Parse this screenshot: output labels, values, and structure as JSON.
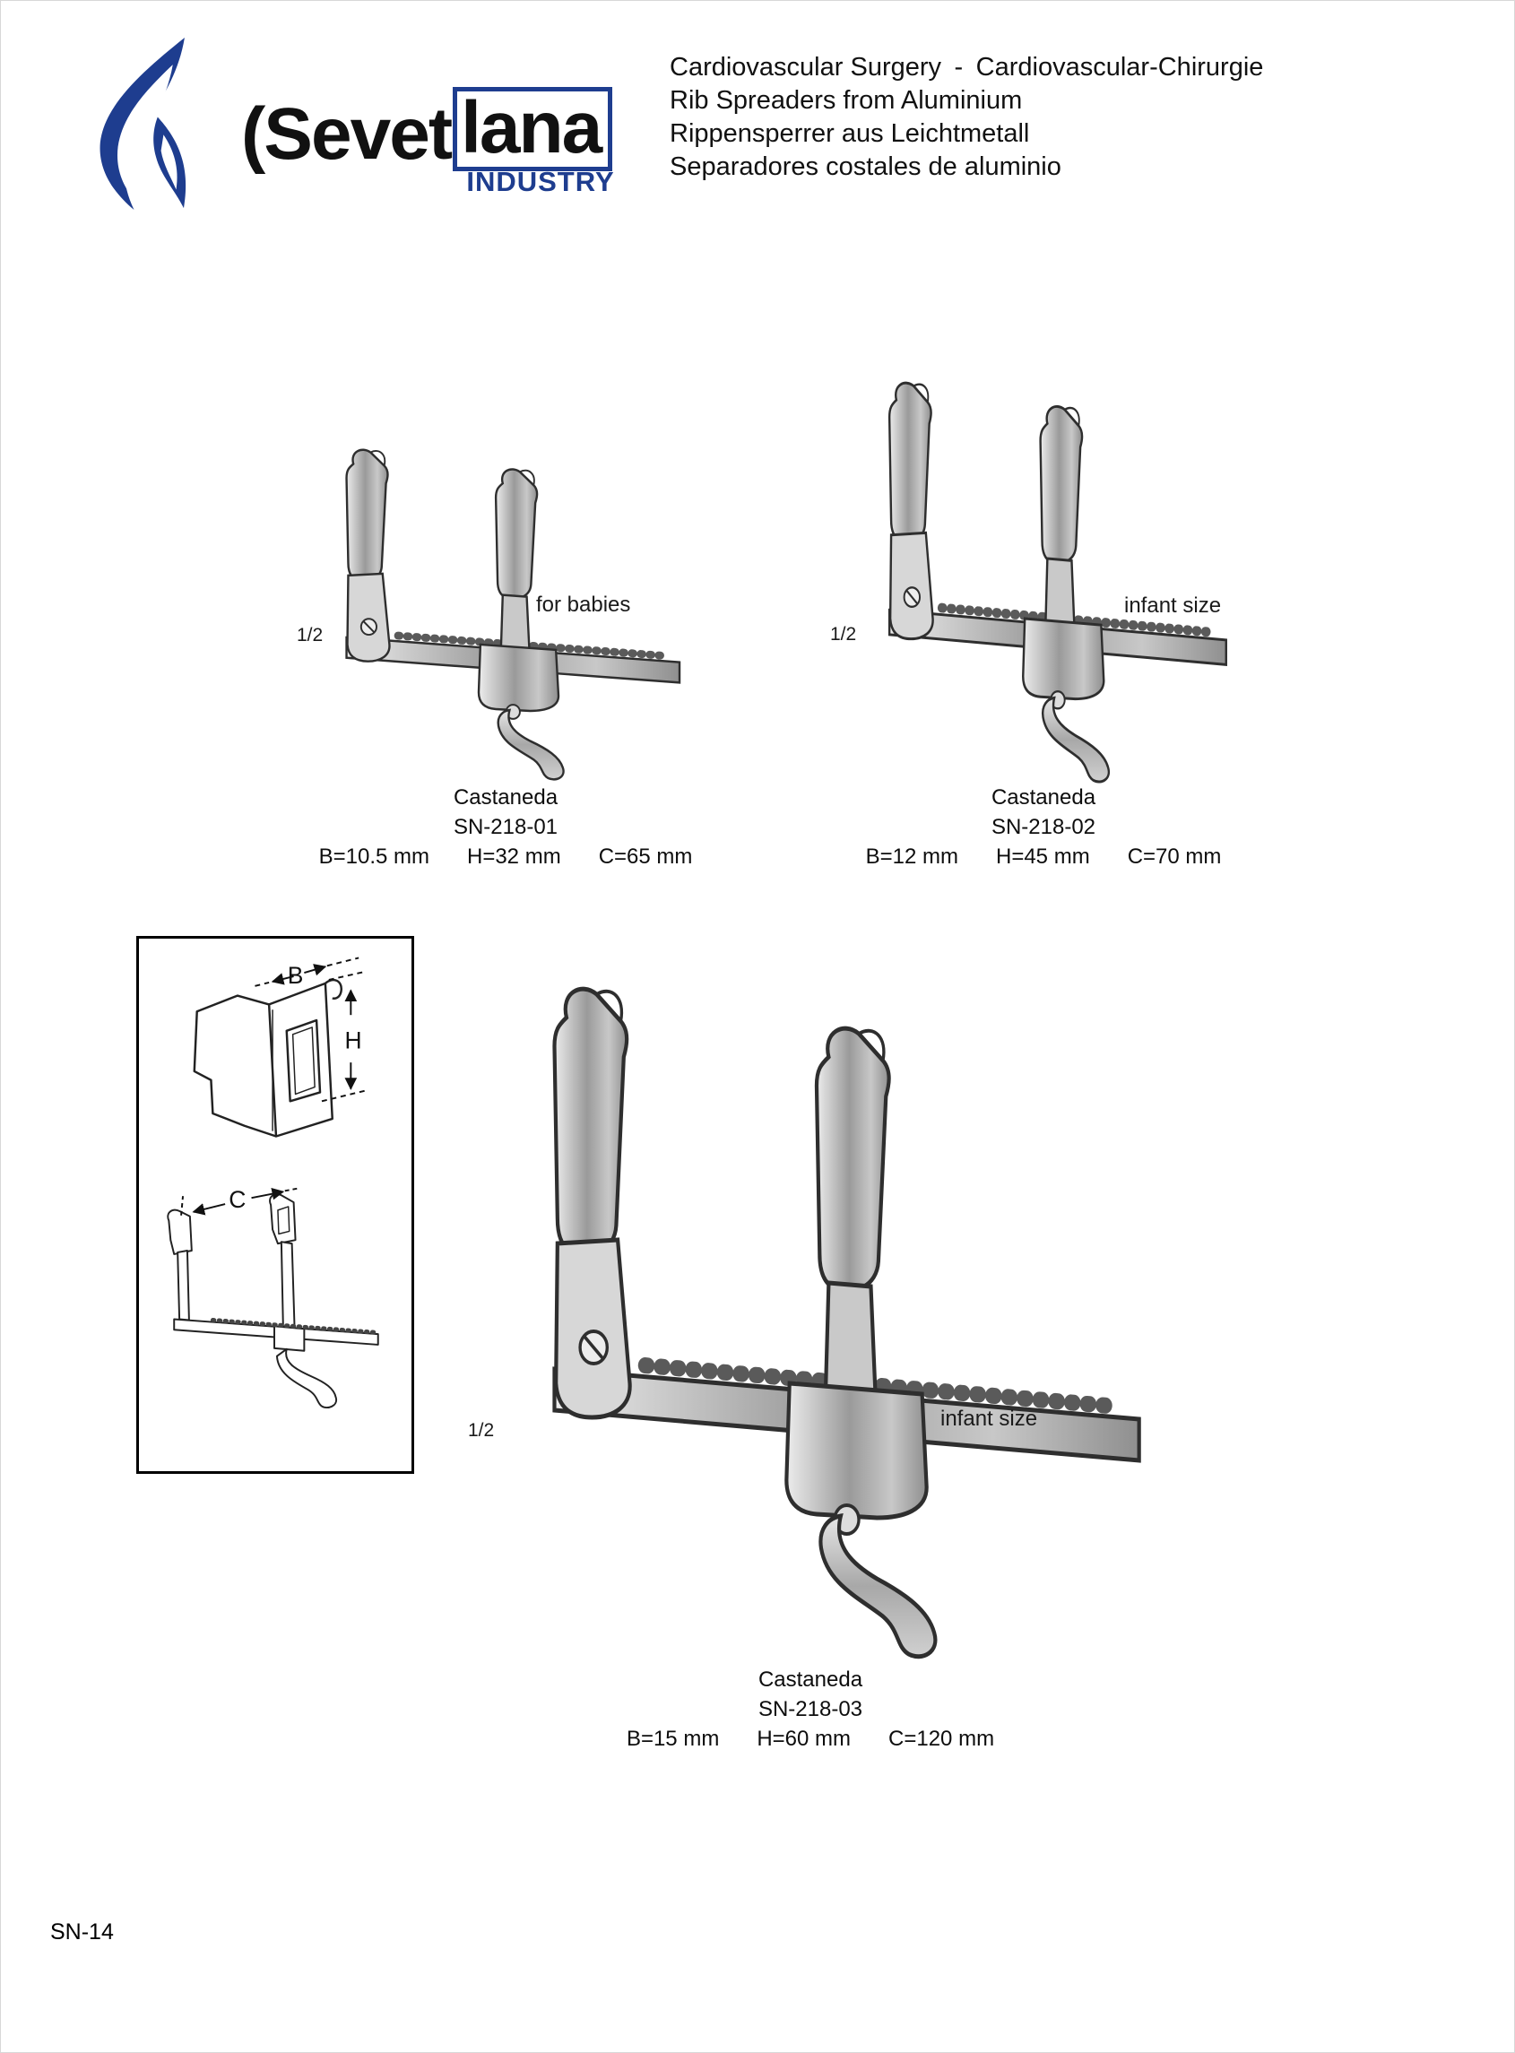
{
  "colors": {
    "brand_blue": "#1e3d8f",
    "ink": "#111111",
    "metal_gray": "#9a9a9a"
  },
  "brand": {
    "name_prefix": "(Sevet",
    "name_boxed": "lana",
    "subtitle": "INDUSTRY"
  },
  "header": {
    "lines": [
      "Cardiovascular Surgery - Cardiovascular-Chirurgie",
      "Rib Spreaders from Aluminium",
      "Rippensperrer aus Leichtmetall",
      "Separadores costales de aluminio"
    ]
  },
  "products": [
    {
      "name": "Castaneda",
      "code": "SN-218-01",
      "size_label": "for babies",
      "scale": "1/2",
      "dims": {
        "b": "B=10.5 mm",
        "h": "H=32 mm",
        "c": "C=65 mm"
      }
    },
    {
      "name": "Castaneda",
      "code": "SN-218-02",
      "size_label": "infant size",
      "scale": "1/2",
      "dims": {
        "b": "B=12 mm",
        "h": "H=45 mm",
        "c": "C=70 mm"
      }
    },
    {
      "name": "Castaneda",
      "code": "SN-218-03",
      "size_label": "infant size",
      "scale": "1/2",
      "dims": {
        "b": "B=15 mm",
        "h": "H=60 mm",
        "c": "C=120 mm"
      }
    }
  ],
  "diagram": {
    "labels": {
      "b": "B",
      "h": "H",
      "c": "C"
    }
  },
  "footer": {
    "page_number": "SN-14"
  }
}
